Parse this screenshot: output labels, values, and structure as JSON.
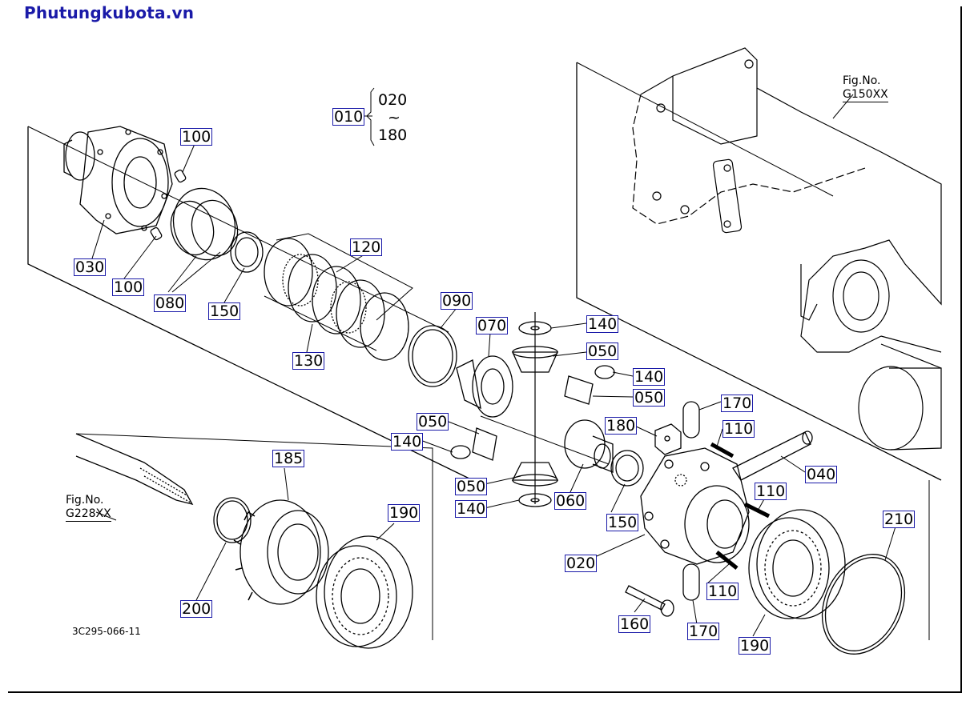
{
  "watermark": "Phutungkubota.vn",
  "drawing_code": "3C295-066-11",
  "fig_refs": [
    {
      "label": "Fig.No.",
      "code": "G150XX"
    },
    {
      "label": "Fig.No.",
      "code": "G228XX"
    }
  ],
  "range": {
    "from": "020",
    "tilde": "~",
    "to": "180"
  },
  "callouts": [
    "010",
    "100",
    "100",
    "030",
    "080",
    "150",
    "120",
    "130",
    "090",
    "070",
    "140",
    "050",
    "140",
    "050",
    "050",
    "140",
    "180",
    "170",
    "110",
    "040",
    "050",
    "060",
    "140",
    "150",
    "110",
    "020",
    "110",
    "160",
    "170",
    "190",
    "210",
    "185",
    "190",
    "200"
  ]
}
